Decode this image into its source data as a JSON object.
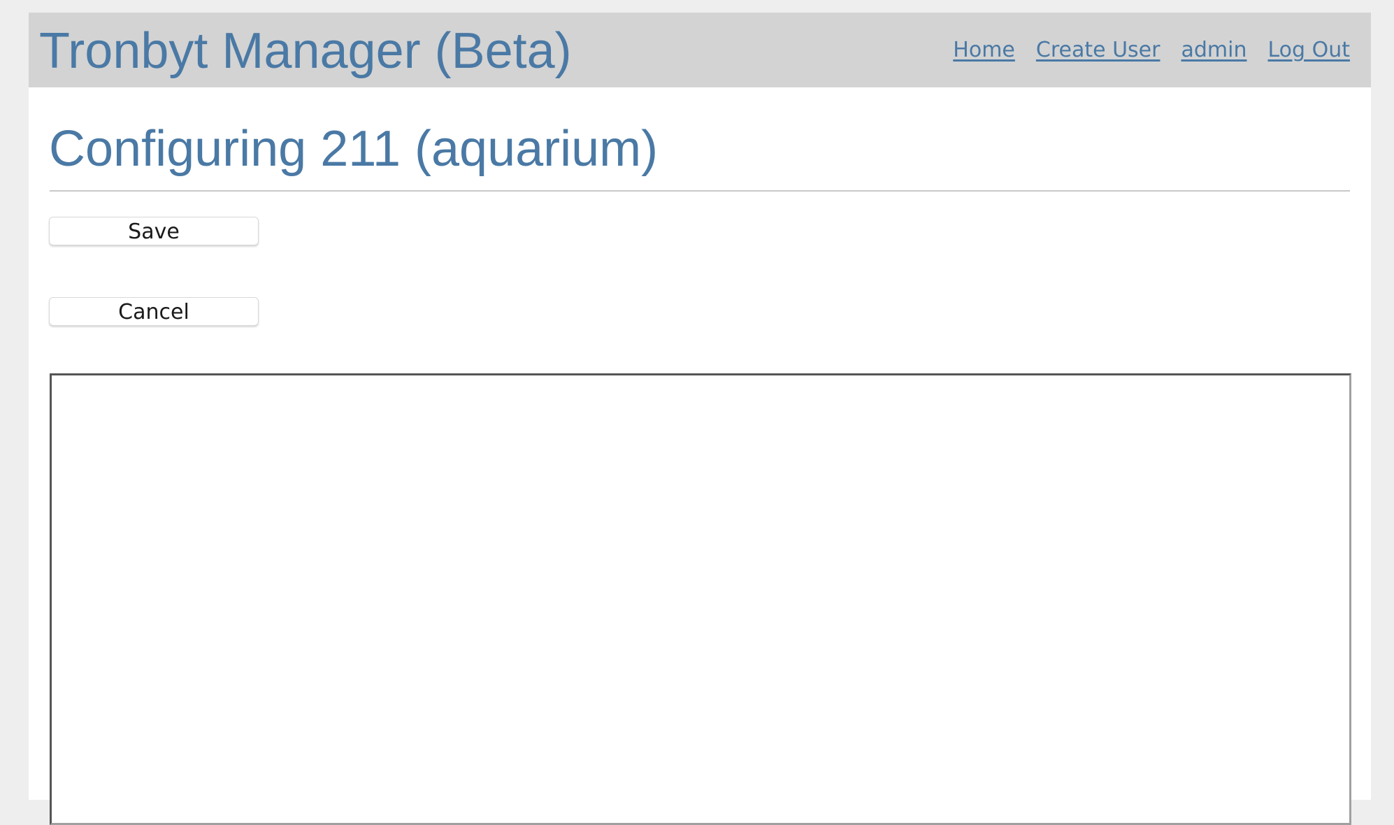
{
  "header": {
    "title": "Tronbyt Manager (Beta)",
    "nav": {
      "home": "Home",
      "create_user": "Create User",
      "user": "admin",
      "logout": "Log Out"
    }
  },
  "main": {
    "page_title": "Configuring 211 (aquarium)",
    "save_label": "Save",
    "cancel_label": "Cancel"
  },
  "colors": {
    "accent": "#4a79a5",
    "header_bg": "#d3d3d3",
    "page_bg": "#eeeeee"
  }
}
